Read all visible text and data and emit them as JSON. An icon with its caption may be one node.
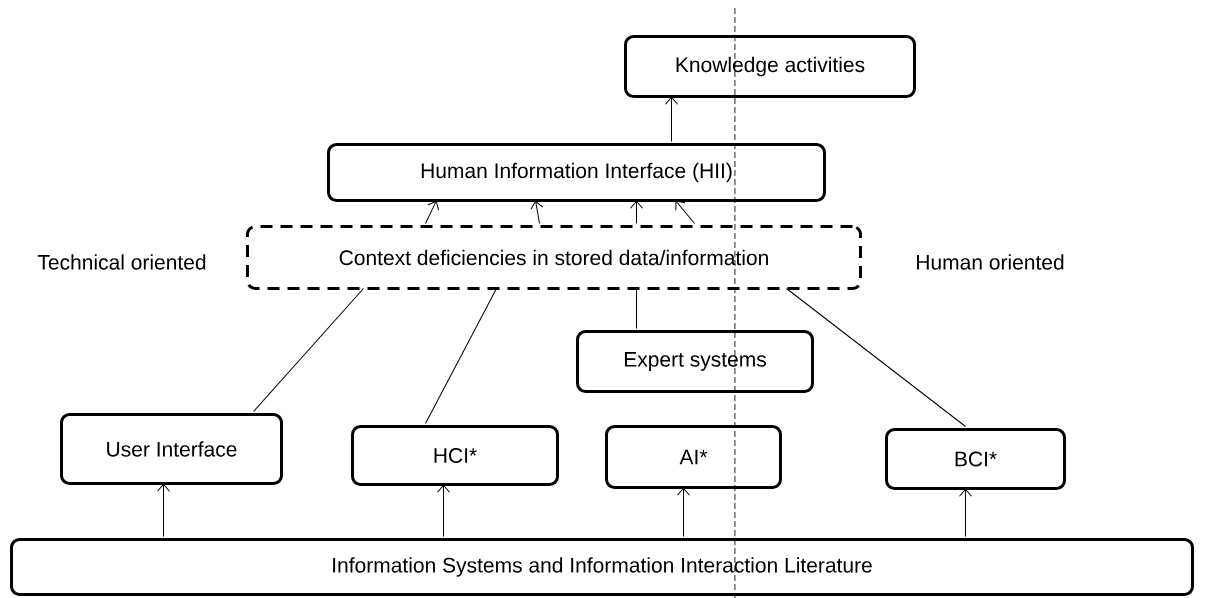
{
  "diagram": {
    "nodes": [
      {
        "text": [
          "Knowledge activities"
        ]
      },
      {
        "text": [
          "Human Information Interface (HII)"
        ]
      },
      {
        "text": [
          "Context deficiencies in stored data/information"
        ]
      },
      {
        "text": [
          "Expert systems"
        ]
      },
      {
        "text": [
          "User Interface"
        ]
      },
      {
        "text": [
          "HCI*"
        ]
      },
      {
        "text": [
          "AI*"
        ]
      },
      {
        "text": [
          "BCI*"
        ]
      },
      {
        "text": [
          "Information Systems and Information Interaction Literature"
        ]
      }
    ],
    "edges": [
      {
        "from": 1,
        "to": 0,
        "arrow": "to"
      },
      {
        "from": 2,
        "to": 1,
        "arrow": "to"
      },
      {
        "from": 2,
        "to": 1,
        "arrow": "to"
      },
      {
        "from": 2,
        "to": 1,
        "arrow": "to"
      },
      {
        "from": 2,
        "to": 1,
        "arrow": "to"
      },
      {
        "from": 4,
        "to": 2,
        "arrow": "none"
      },
      {
        "from": 5,
        "to": 2,
        "arrow": "none"
      },
      {
        "from": 3,
        "to": 2,
        "arrow": "none"
      },
      {
        "from": 7,
        "to": 2,
        "arrow": "none"
      },
      {
        "from": 8,
        "to": 4,
        "arrow": "to"
      },
      {
        "from": 8,
        "to": 5,
        "arrow": "to"
      },
      {
        "from": 8,
        "to": 6,
        "arrow": "to"
      },
      {
        "from": 8,
        "to": 7,
        "arrow": "to"
      }
    ],
    "labels": [
      "Technical oriented",
      "Human oriented"
    ]
  }
}
